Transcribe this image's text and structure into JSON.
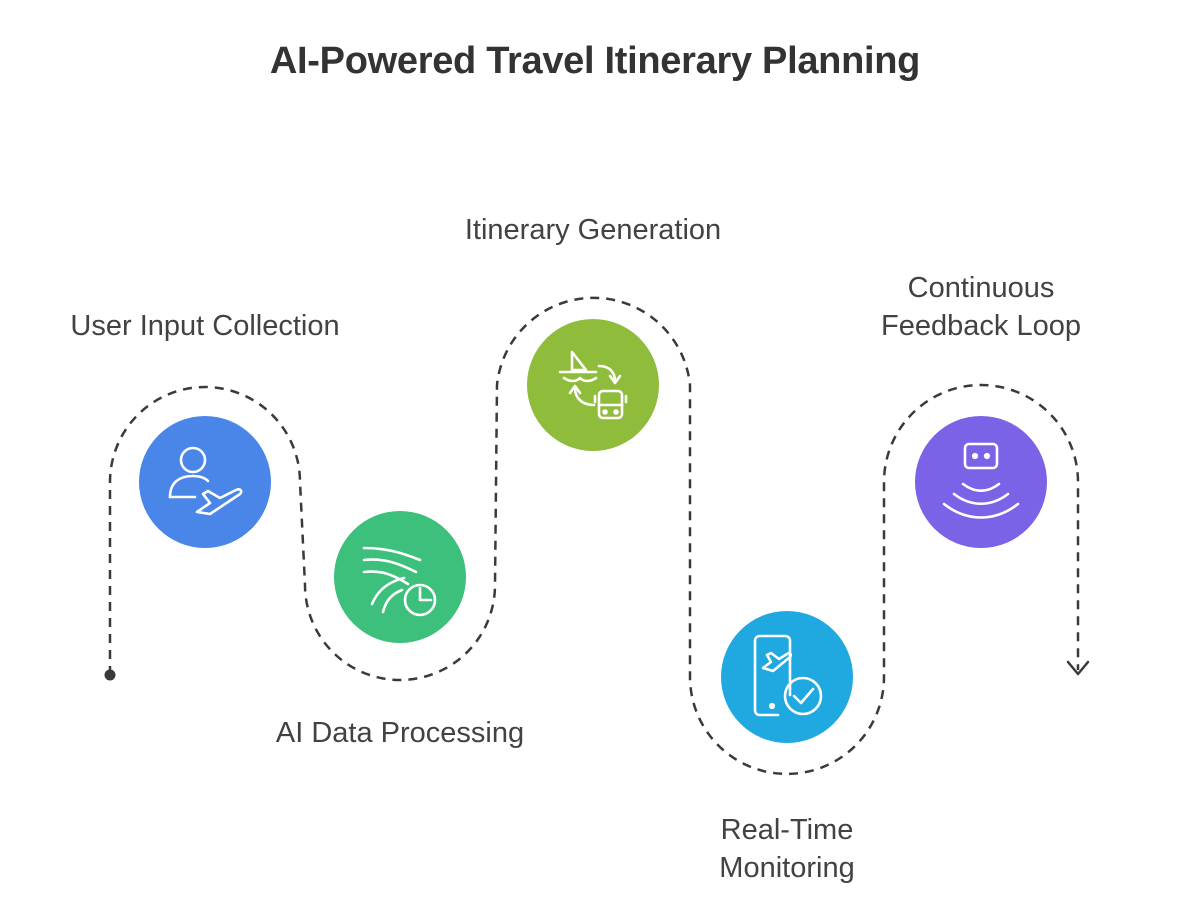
{
  "title": "AI-Powered Travel Itinerary Planning",
  "steps": [
    {
      "label": "User Input Collection",
      "icon": "user-flight-icon",
      "color": "#4A86E8"
    },
    {
      "label": "AI Data Processing",
      "icon": "data-flow-clock-icon",
      "color": "#3CC07C"
    },
    {
      "label": "Itinerary Generation",
      "icon": "boat-bus-transfer-icon",
      "color": "#8FBC3A"
    },
    {
      "label_line1": "Real-Time",
      "label_line2": "Monitoring",
      "icon": "phone-flight-check-icon",
      "color": "#1FA9E0"
    },
    {
      "label_line1": "Continuous",
      "label_line2": "Feedback Loop",
      "icon": "robot-signal-icon",
      "color": "#7B62E6"
    }
  ]
}
